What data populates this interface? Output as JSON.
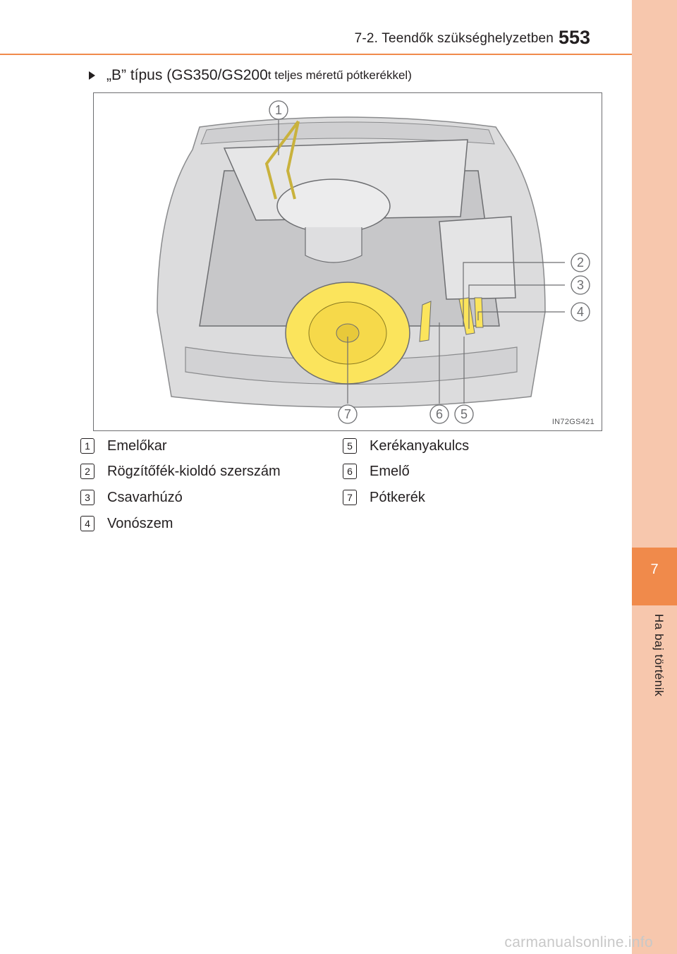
{
  "header": {
    "section_title": "7-2. Teendők szükséghelyzetben",
    "page_number": "553"
  },
  "side_tab": {
    "chapter": "7",
    "label": "Ha baj történik"
  },
  "subtitle": {
    "main": "„B” típus (GS350/GS200",
    "small": "t teljes méretű pótkerékkel)"
  },
  "figure": {
    "code": "IN72GS421",
    "callouts": [
      "1",
      "2",
      "3",
      "4",
      "5",
      "6",
      "7"
    ],
    "colors": {
      "highlight": "#fbe45c",
      "body_gray": "#d9d9da",
      "line": "#6d6e71"
    }
  },
  "legend": [
    {
      "num": "1",
      "text": "Emelőkar"
    },
    {
      "num": "2",
      "text": "Rögzítőfék-kioldó szerszám"
    },
    {
      "num": "3",
      "text": "Csavarhúzó"
    },
    {
      "num": "4",
      "text": "Vonószem"
    },
    {
      "num": "5",
      "text": "Kerékanyakulcs"
    },
    {
      "num": "6",
      "text": "Emelő"
    },
    {
      "num": "7",
      "text": "Pótkerék"
    }
  ],
  "watermark": "carmanualsonline.info"
}
